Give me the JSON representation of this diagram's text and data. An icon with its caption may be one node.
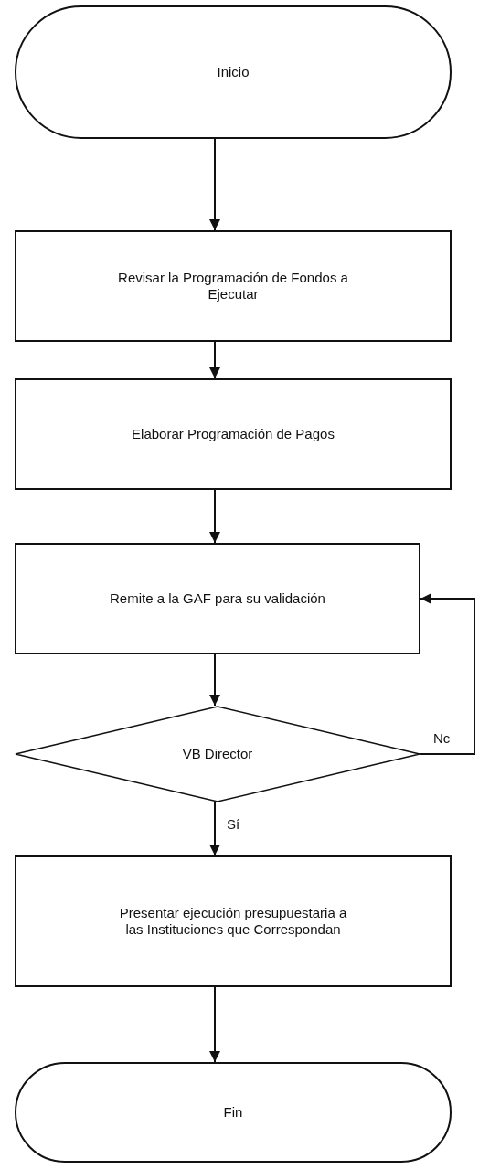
{
  "diagram": {
    "nodes": [
      {
        "text": [
          "Inicio"
        ]
      },
      {
        "text": [
          "Revisar la Programación de Fondos a Ejecutar"
        ]
      },
      {
        "text": [
          "Elaborar Programación de Pagos"
        ]
      },
      {
        "text": [
          "Remite a la GAF para su validación"
        ]
      },
      {
        "text": [
          "VB Director"
        ]
      },
      {
        "text": [
          "Presentar ejecución presupuestaria a las Instituciones que Correspondan"
        ]
      },
      {
        "text": [
          "Fin"
        ]
      }
    ],
    "edges": [
      {
        "from": 0,
        "to": 1,
        "arrow": "to"
      },
      {
        "from": 1,
        "to": 2,
        "arrow": "to"
      },
      {
        "from": 2,
        "to": 3,
        "arrow": "to"
      },
      {
        "from": 3,
        "to": 4,
        "arrow": "to"
      },
      {
        "from": 4,
        "to": 3,
        "arrow": "to",
        "label": "Nc"
      },
      {
        "from": 4,
        "to": 5,
        "arrow": "to",
        "label": "Sí"
      },
      {
        "from": 5,
        "to": 6,
        "arrow": "to"
      }
    ]
  }
}
